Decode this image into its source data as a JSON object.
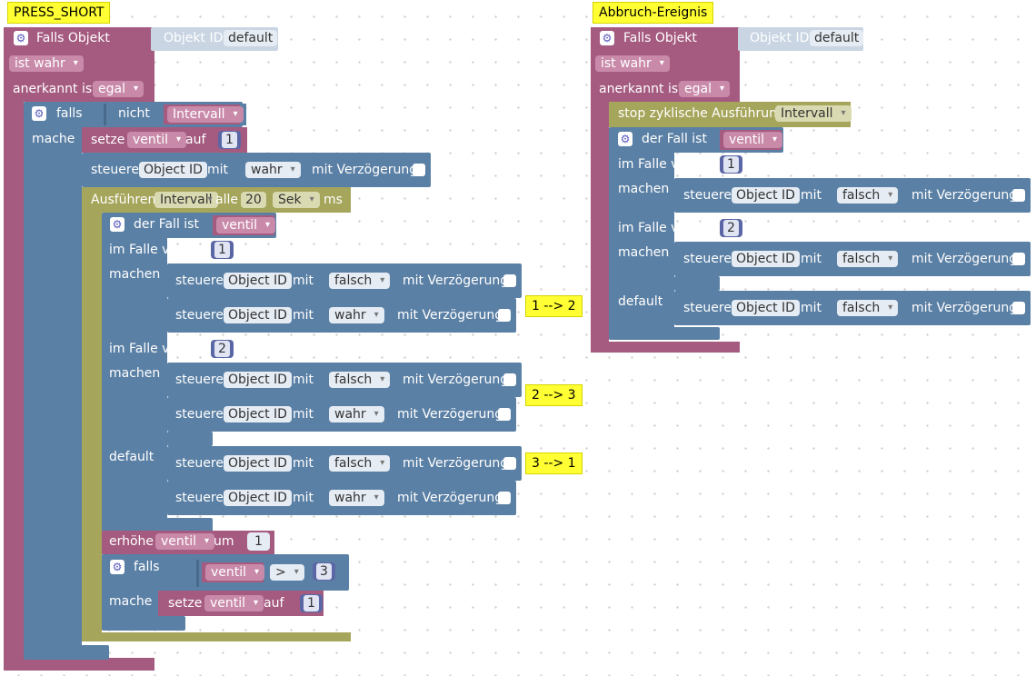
{
  "labels": {
    "press_short": "PRESS_SHORT",
    "abbruch": "Abbruch-Ereignis",
    "falls_objekt": "Falls Objekt",
    "objekt_id": "Objekt ID",
    "default_id": "default",
    "ist_wahr": "ist wahr",
    "anerkannt_ist": "anerkannt ist",
    "egal": "egal",
    "falls": "falls",
    "nicht": "nicht",
    "intervall": "Intervall",
    "mache": "mache",
    "setze": "setze",
    "ventil": "ventil",
    "auf": "auf",
    "steuere": "steuere",
    "object_id": "Object ID",
    "mit": "mit",
    "wahr": "wahr",
    "falsch": "falsch",
    "mit_verzoegerung": "mit Verzögerung",
    "ausfuehren": "Ausführen",
    "alle": "alle",
    "sek": "Sek",
    "ms": "ms",
    "der_fall_ist": "der Fall ist",
    "im_falle_von": "im Falle von",
    "machen": "machen",
    "default": "default",
    "erhoehe": "erhöhe",
    "um": "um",
    "gt": ">",
    "stop": "stop zyklische Ausführung"
  },
  "numbers": {
    "one": "1",
    "two": "2",
    "three": "3",
    "twenty": "20"
  },
  "comments": {
    "c1": "1 --> 2",
    "c2": "2 --> 3",
    "c3": "3 --> 1"
  },
  "colors": {
    "event": "#a55b80",
    "control": "#5b80a5",
    "timer": "#a5a55b",
    "math": "#5b67a5",
    "comment": "#ffff33"
  }
}
